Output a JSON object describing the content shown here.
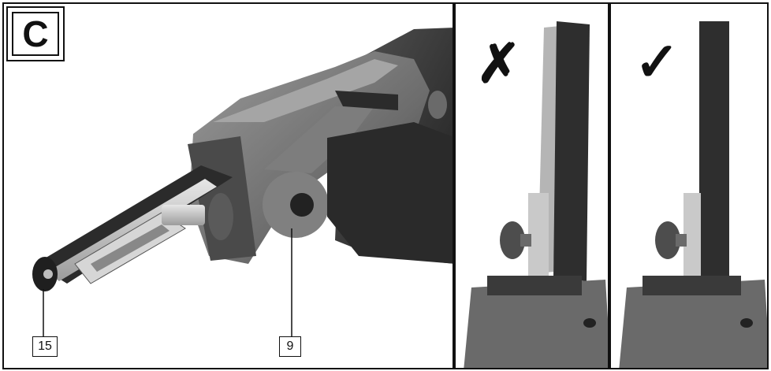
{
  "figure": {
    "label": "C",
    "callouts": [
      {
        "id": "15",
        "text": "15"
      },
      {
        "id": "9",
        "text": "9"
      }
    ],
    "comparison": {
      "wrong_mark": "✗",
      "correct_mark": "✓"
    },
    "colors": {
      "tool_body_dark": "#3f3f3f",
      "tool_body_light": "#8a8a8a",
      "belt": "#2c2c2c",
      "metal": "#c9c9c9",
      "border": "#111111"
    }
  }
}
